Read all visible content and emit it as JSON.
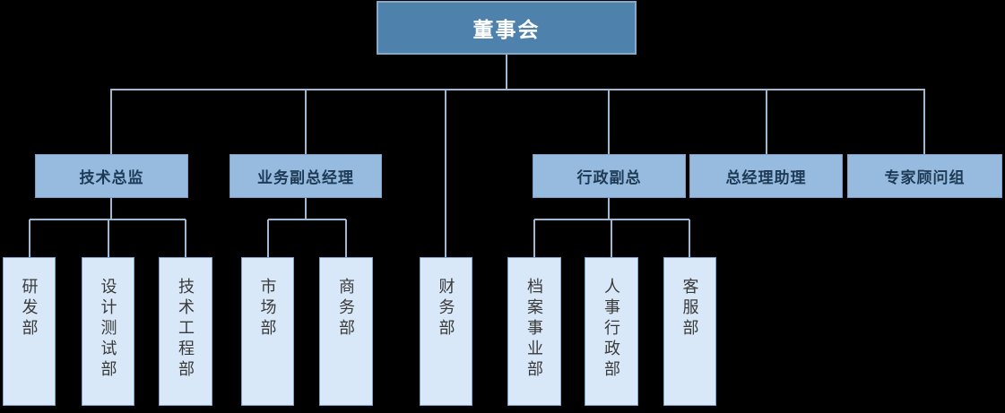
{
  "org_chart": {
    "root": {
      "label": "董事会"
    },
    "managers": [
      {
        "label": "技术总监"
      },
      {
        "label": "业务副总经理"
      },
      {
        "label": "行政副总"
      },
      {
        "label": "总经理助理"
      },
      {
        "label": "专家顾问组"
      }
    ],
    "departments": [
      {
        "label": "研发部"
      },
      {
        "label": "设计测试部"
      },
      {
        "label": "技术工程部"
      },
      {
        "label": "市场部"
      },
      {
        "label": "商务部"
      },
      {
        "label": "财务部"
      },
      {
        "label": "档案事业部"
      },
      {
        "label": "人事行政部"
      },
      {
        "label": "客服部"
      }
    ],
    "colors": {
      "background": "#000000",
      "root_fill": "#4e82ac",
      "root_border": "#86a9c8",
      "root_text": "#ffffff",
      "manager_fill": "#96bbdf",
      "manager_border": "#7d9fc7",
      "manager_text": "#1f3a56",
      "dept_fill": "#d9e8f8",
      "dept_border": "#7ba4cf",
      "dept_text": "#3a3a3a",
      "connector": "#9fb9d3"
    }
  }
}
